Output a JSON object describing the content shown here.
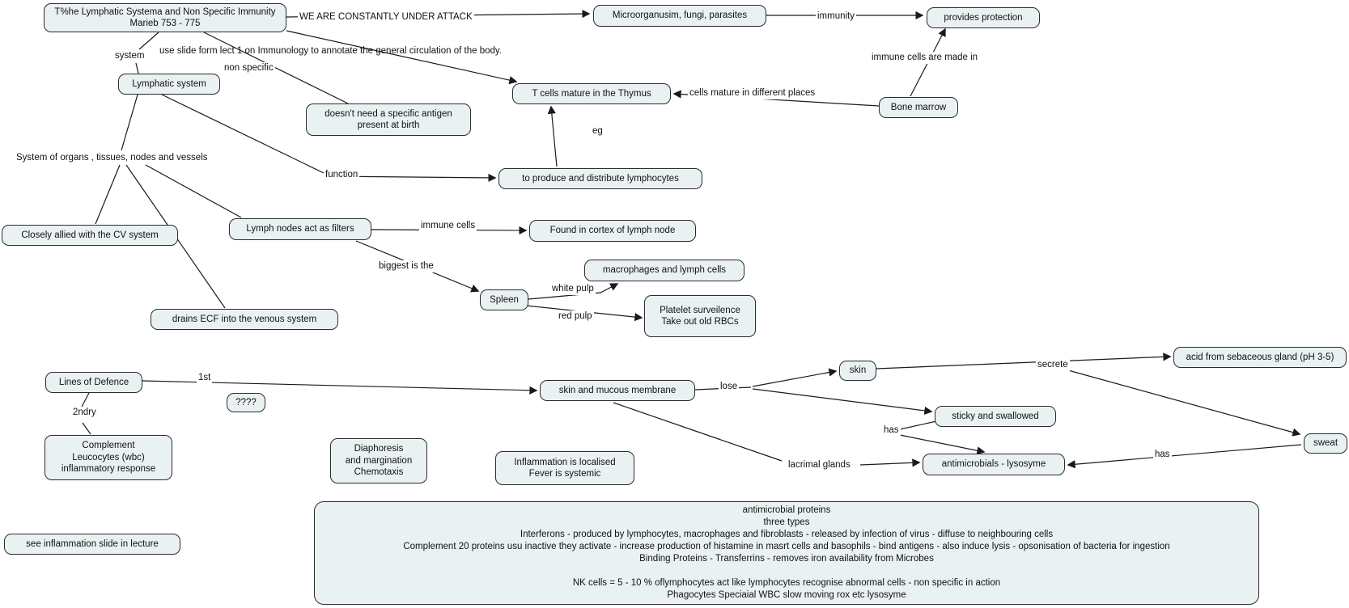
{
  "nodes": {
    "title": "T%he Lymphatic Systema and Non Specific Immunity\nMarieb 753 - 775",
    "microorganisms": "Microorganusim, fungi, parasites",
    "provides_protection": "provides protection",
    "lymphatic_system": "Lymphatic system",
    "t_cells_thymus": "T cells mature in the Thymus",
    "bone_marrow": "Bone marrow",
    "no_antigen": "doesn't need a specific antigen\npresent at birth",
    "produce_lymphocytes": "to produce and distribute lymphocytes",
    "closely_allied": "Closely allied with the CV system",
    "lymph_nodes_filters": "Lymph nodes act as filters",
    "cortex_lymph_node": "Found in cortex of lymph node",
    "macrophages_lymph": "macrophages and lymph cells",
    "spleen": "Spleen",
    "platelet_surveillance": "Platelet surveilence\nTake out old RBCs",
    "drains_ecf": "drains ECF into the venous system",
    "lines_of_defence": "Lines of Defence",
    "question_marks": "????",
    "complement_leucocytes": "Complement\nLeucocytes (wbc)\ninflammatory response",
    "skin_mucous": "skin and mucous membrane",
    "skin": "skin",
    "acid_sebaceous": "acid from sebaceous gland (pH 3-5)",
    "sticky_swallowed": "sticky and swallowed",
    "sweat": "sweat",
    "antimicrobials": "antimicrobials - lysosyme",
    "diaphoresis": "Diaphoresis\nand margination\nChemotaxis",
    "inflammation_localised": "Inflammation is localised\nFever is systemic",
    "see_inflammation": "see inflammation slide in lecture"
  },
  "links": {
    "attack": "WE ARE CONSTANTLY UNDER ATTACK",
    "system": "system",
    "use_slide": "use slide form lect 1 on Immunology to annotate the general circulation of the body.",
    "non_specific": "non specific",
    "immunity": "immunity",
    "immune_cells_made": "immune cells are made in",
    "cells_mature": "cells mature in different places",
    "eg": "eg",
    "system_of_organs": "System of organs , tissues, nodes and vessels",
    "function": "function",
    "immune_cells": "immune cells",
    "biggest": "biggest is the",
    "white_pulp": "white pulp",
    "red_pulp": "red pulp",
    "first": "1st",
    "secondary": "2ndry",
    "lose": "lose",
    "secrete": "secrete",
    "has_sticky": "has",
    "has_sweat": "has",
    "lacrimal": "lacrimal glands"
  },
  "note": {
    "lines": [
      "antimicrobial proteins",
      "three types",
      "Interferons - produced by lymphocytes, macrophages and fibroblasts - released by infection of virus - diffuse to neighbouring cells",
      "Complement 20 proteins usu inactive they activate - increase production of histamine in masrt cells and basophils - bind antigens - also induce lysis - opsonisation of bacteria for ingestion",
      "Binding Proteins - Transferrins - removes iron availability from Microbes",
      "",
      "NK cells  = 5 - 10 % oflymphocytes act like lymphocytes recognise abnormal cells - non specific in action",
      "Phagocytes Speciaial WBC  slow moving rox etc lysosyme"
    ]
  },
  "colors": {
    "node_fill": "#eaf1f3",
    "node_border": "#2b2b2b",
    "line": "#1a1a1a",
    "background": "#ffffff"
  }
}
